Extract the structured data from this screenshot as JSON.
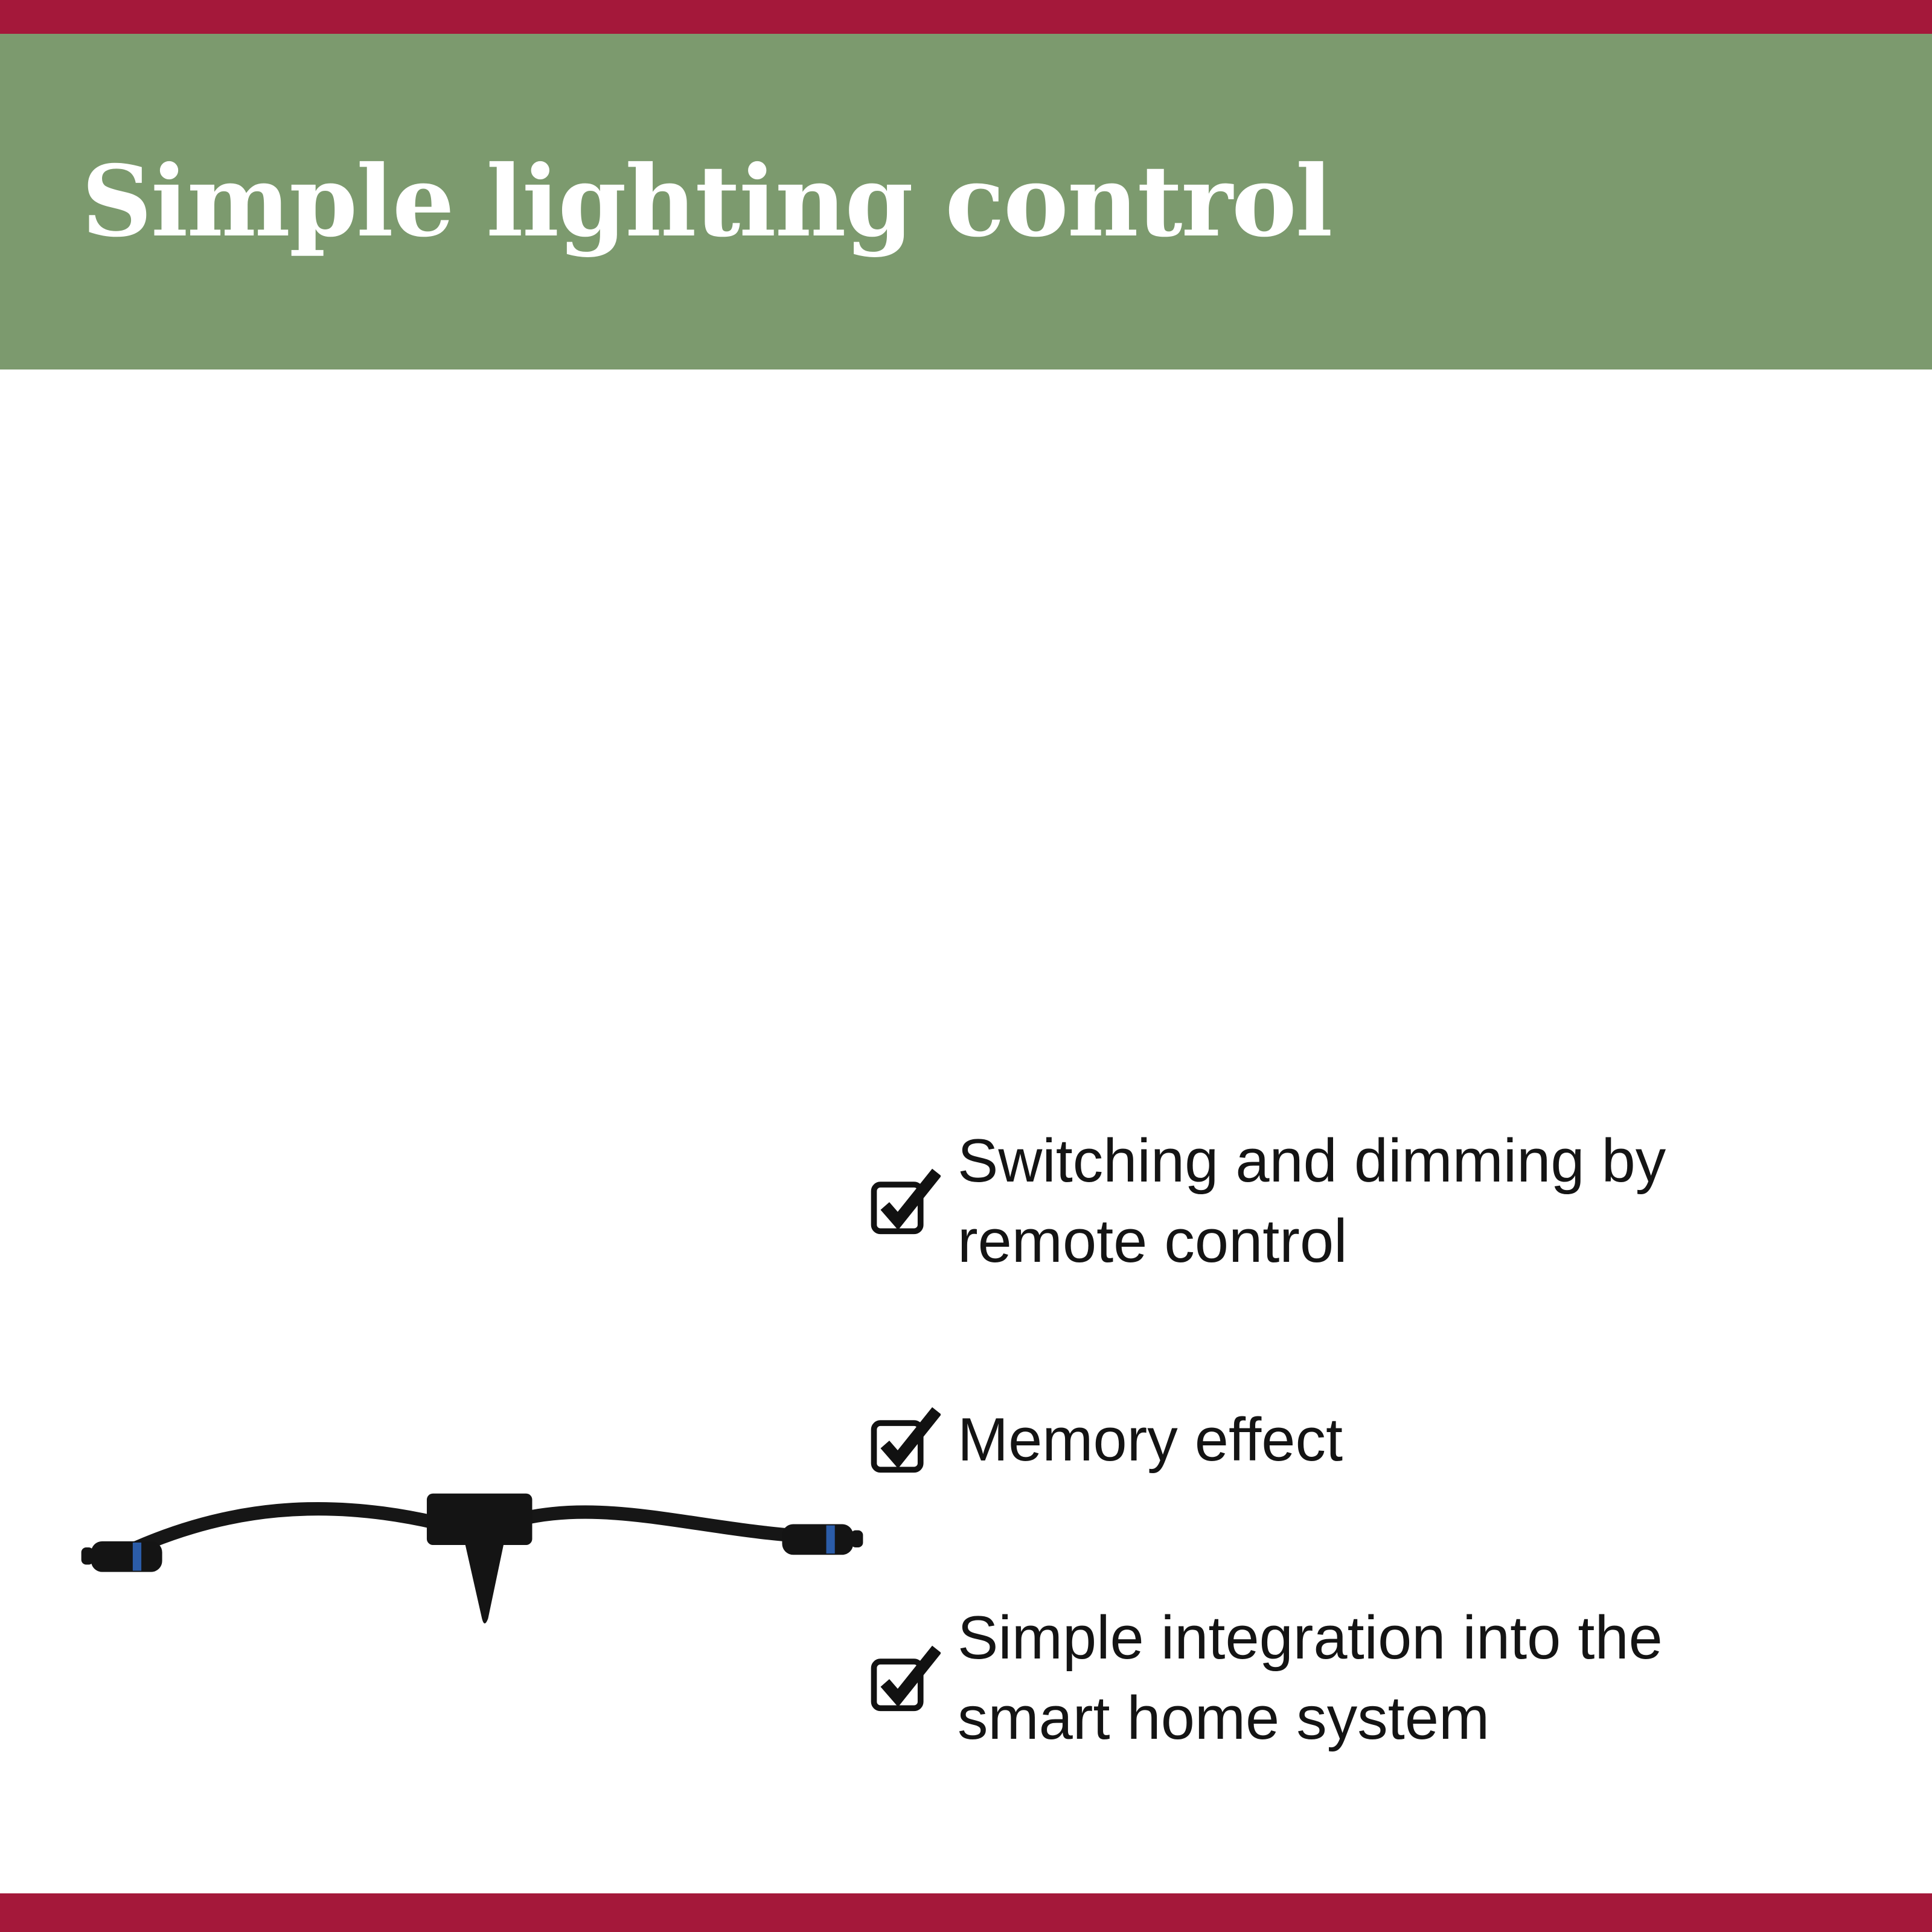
{
  "page": {
    "title": "Simple lighting control",
    "colors": {
      "header_green": "#7c9a6e",
      "accent_red": "#a4183a",
      "text_dark": "#141414",
      "background": "#ffffff",
      "connector_blue": "#2b5ca8"
    }
  },
  "product": {
    "name": "cable-junction-with-ground-spike"
  },
  "checklist": {
    "items": [
      {
        "label": "Switching and dimming by remote control"
      },
      {
        "label": "Memory effect"
      },
      {
        "label": "Simple integration into the smart home system"
      }
    ]
  }
}
